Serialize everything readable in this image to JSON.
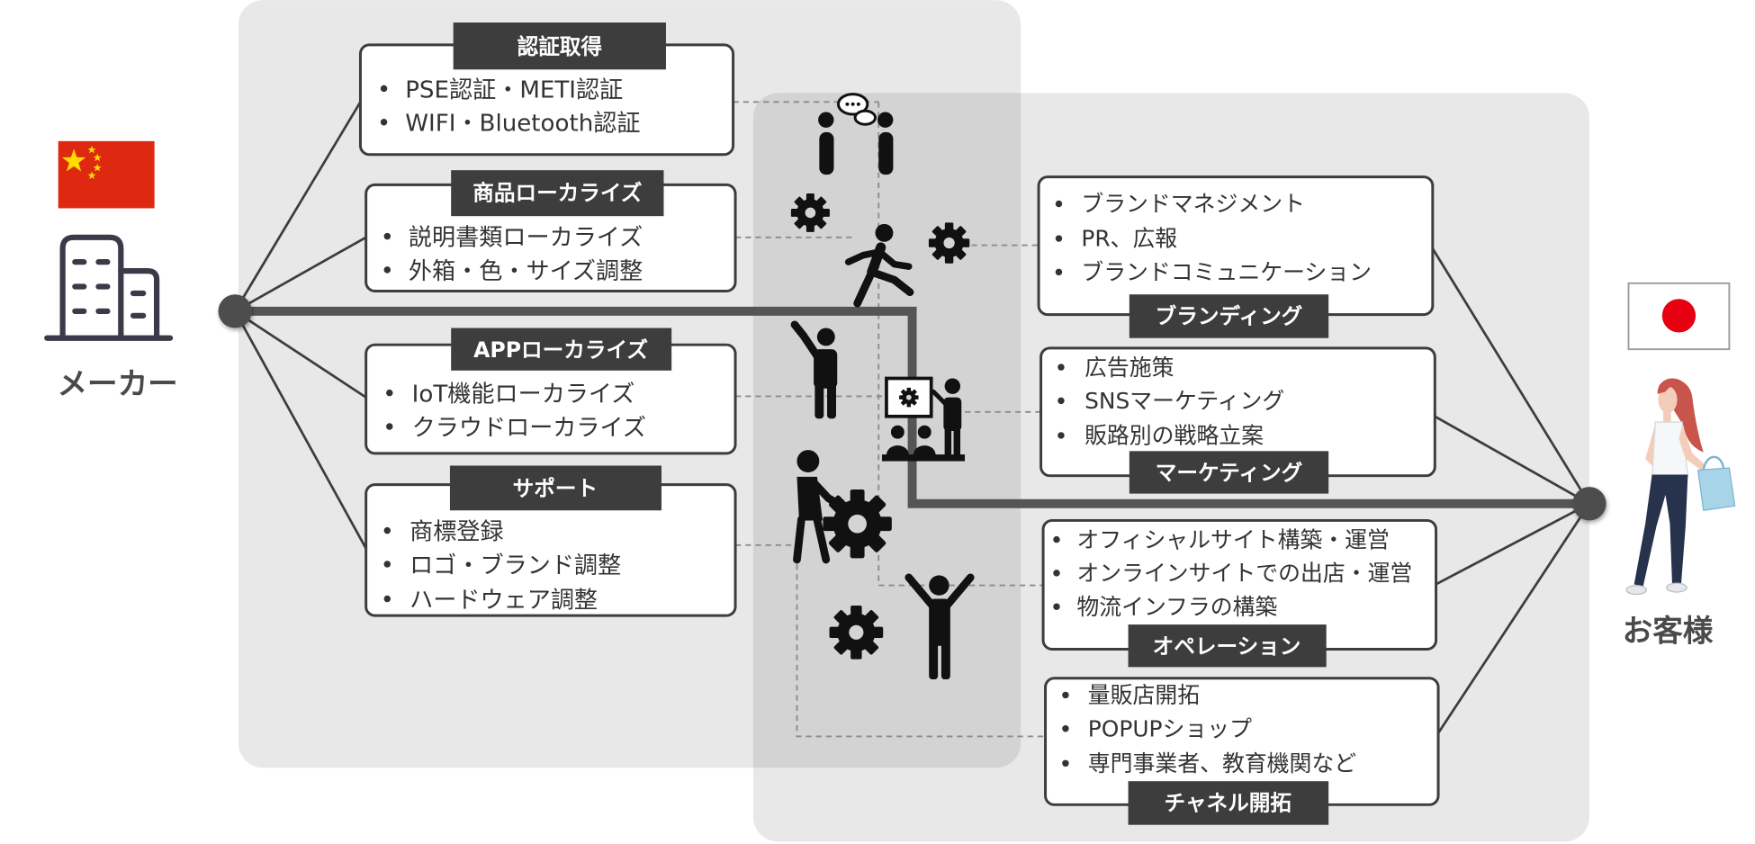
{
  "diagram": {
    "maker": {
      "label": "メーカー",
      "flag_icon": "china-flag-icon",
      "icon": "building-icon"
    },
    "customer": {
      "label": "お客様",
      "flag_icon": "japan-flag-icon",
      "icon": "customer-woman-icon"
    },
    "left_boxes": [
      {
        "title": "認証取得",
        "items": [
          "PSE認証・METI認証",
          "WIFI・Bluetooth認証"
        ]
      },
      {
        "title": "商品ローカライズ",
        "items": [
          "説明書類ローカライズ",
          "外箱・色・サイズ調整"
        ]
      },
      {
        "title": "APPローカライズ",
        "items": [
          "IoT機能ローカライズ",
          "クラウドローカライズ"
        ]
      },
      {
        "title": "サポート",
        "items": [
          "商標登録",
          "ロゴ・ブランド調整",
          "ハードウェア調整"
        ]
      }
    ],
    "right_boxes": [
      {
        "title": "ブランディング",
        "items": [
          "ブランドマネジメント",
          "PR、広報",
          "ブランドコミュニケーション"
        ]
      },
      {
        "title": "マーケティング",
        "items": [
          "広告施策",
          "SNSマーケティング",
          "販路別の戦略立案"
        ]
      },
      {
        "title": "オペレーション",
        "items": [
          "オフィシャルサイト構築・運営",
          "オンラインサイトでの出店・運営",
          "物流インフラの構築"
        ]
      },
      {
        "title": "チャネル開拓",
        "items": [
          "量販店開拓",
          "POPUPショップ",
          "専門事業者、教育機関など"
        ]
      }
    ],
    "center_icons": [
      "people-chatting-icon",
      "gear-icon",
      "running-person-icon",
      "person-raising-hand-icon",
      "presentation-icon",
      "person-pushing-gear-icon",
      "person-cheering-icon"
    ]
  },
  "colors": {
    "box_border": "#3d3d3d",
    "label_bg": "#3d3d3d",
    "label_text": "#ffffff",
    "panel_tint": "#e8e8e8",
    "panel_overlap": "#d3d3d3",
    "trunk_line": "#555555",
    "china_flag_red": "#de2910",
    "china_flag_star": "#ffde00",
    "japan_flag_red": "#e60012"
  }
}
